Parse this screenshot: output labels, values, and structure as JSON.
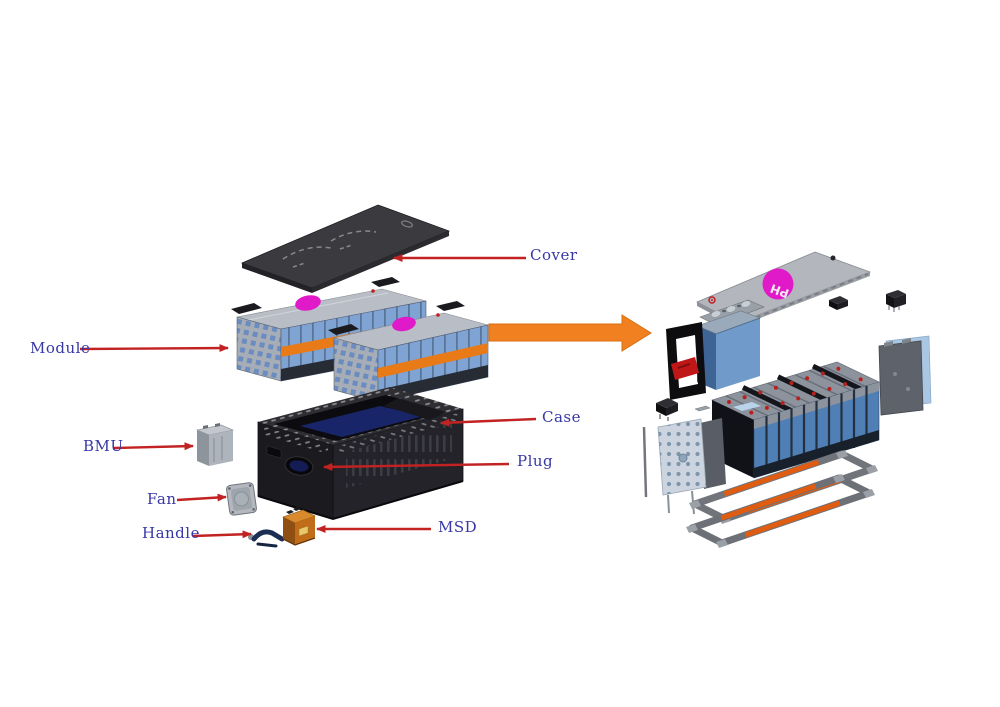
{
  "page": {
    "background": "#ffffff"
  },
  "badge": {
    "text": "PH"
  },
  "labels": {
    "cover": "Cover",
    "module": "Module",
    "bmu": "BMU",
    "fan": "Fan",
    "handle": "Handle",
    "msd": "MSD",
    "case": "Case",
    "plug": "Plug"
  },
  "colors": {
    "label_text": "#3737a6",
    "leader_arrow_red": "#c32222",
    "transition_arrow_orange": "#f08020",
    "module_stripe_orange": "#e87a18",
    "module_body_blue": "#7fa3d2",
    "badge_magenta": "#e01ac8",
    "cover_dark_gray": "#3b3b3f",
    "case_black": "#1c1c20",
    "right_cover_gray": "#b3b7bd",
    "cell_blue": "#4f7fb5",
    "strap_gray": "#71757b",
    "strap_orange": "#e05c10"
  }
}
